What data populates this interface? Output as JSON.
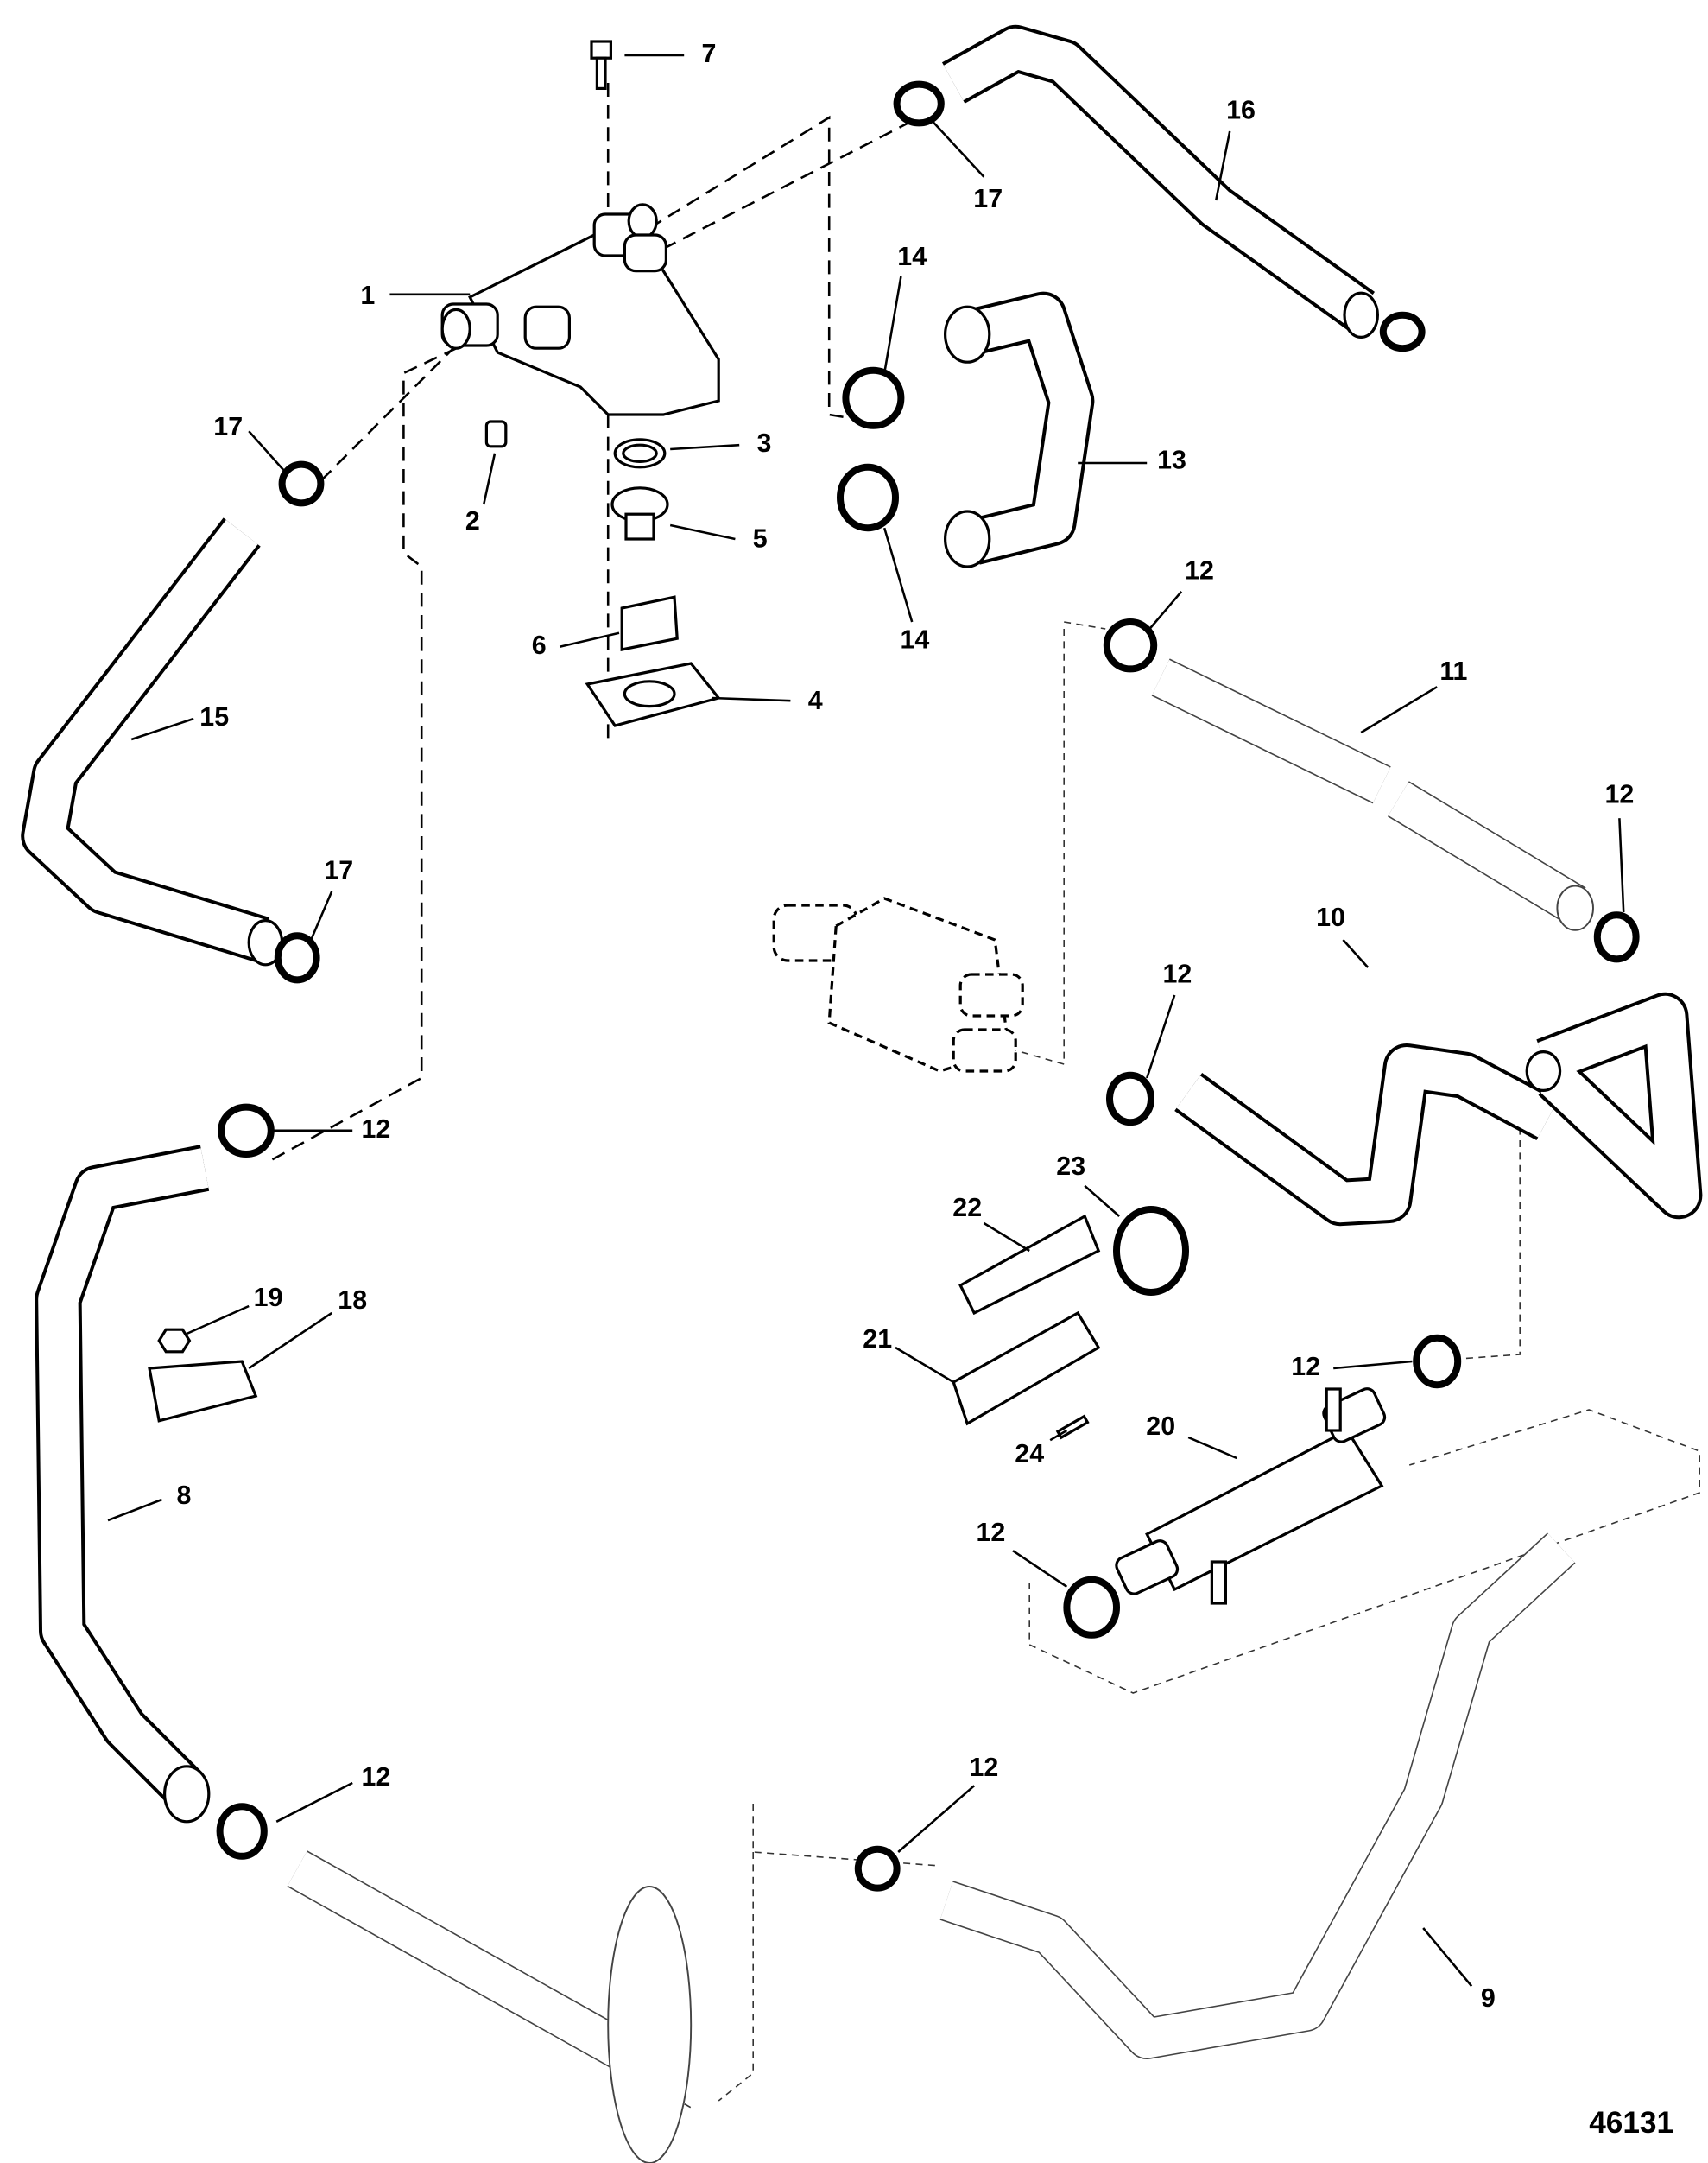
{
  "diagram": {
    "figure_number": "46131",
    "callouts": [
      "7",
      "1",
      "17",
      "2",
      "3",
      "5",
      "6",
      "4",
      "15",
      "17",
      "12",
      "19",
      "18",
      "8",
      "16",
      "17",
      "14",
      "13",
      "14",
      "12",
      "11",
      "12",
      "10",
      "12",
      "23",
      "22",
      "21",
      "24",
      "20",
      "12",
      "12",
      "12",
      "12",
      "9"
    ]
  }
}
